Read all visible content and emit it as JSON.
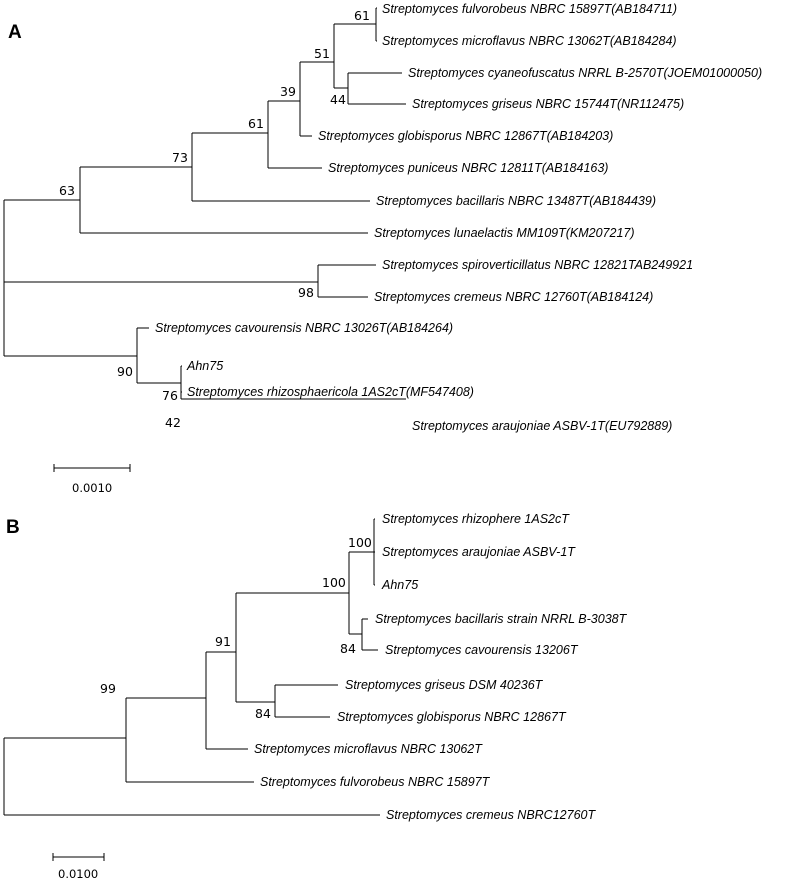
{
  "panels": {
    "A": {
      "label": "A",
      "scale_bar_label": "0.0010",
      "taxa": {
        "fulvorobeus": "Streptomyces fulvorobeus NBRC 15897T(AB184711)",
        "microflavus": "Streptomyces microflavus NBRC 13062T(AB184284)",
        "cyaneofuscatus": "Streptomyces cyaneofuscatus NRRL B-2570T(JOEM01000050)",
        "griseus": "Streptomyces griseus NBRC 15744T(NR112475)",
        "globisporus": "Streptomyces globisporus NBRC 12867T(AB184203)",
        "puniceus": "Streptomyces puniceus NBRC 12811T(AB184163)",
        "bacillaris": "Streptomyces bacillaris NBRC 13487T(AB184439)",
        "lunaelactis": "Streptomyces lunaelactis MM109T(KM207217)",
        "spiroverticillatus": "Streptomyces spiroverticillatus NBRC 12821TAB249921",
        "cremeus": "Streptomyces cremeus NBRC 12760T(AB184124)",
        "cavourensis": "Streptomyces cavourensis NBRC 13026T(AB184264)",
        "ahn75": "Ahn75",
        "rhizosphaericola": "Streptomyces rhizosphaericola 1AS2cT(MF547408)",
        "araujoniae": "Streptomyces araujoniae ASBV-1T(EU792889)"
      },
      "support": {
        "n61a": "61",
        "n51": "51",
        "n44": "44",
        "n39": "39",
        "n61b": "61",
        "n73": "73",
        "n63": "63",
        "n98": "98",
        "n90": "90",
        "n76": "76",
        "n42": "42"
      }
    },
    "B": {
      "label": "B",
      "scale_bar_label": "0.0100",
      "taxa": {
        "rhizophere": "Streptomyces rhizophere 1AS2cT",
        "araujoniae": "Streptomyces araujoniae ASBV-1T",
        "ahn75": "Ahn75",
        "bacillaris": "Streptomyces bacillaris strain NRRL B-3038T",
        "cavourensis": "Streptomyces cavourensis 13206T",
        "griseus": "Streptomyces griseus DSM 40236T",
        "globisporus": "Streptomyces globisporus NBRC 12867T",
        "microflavus": "Streptomyces microflavus NBRC 13062T",
        "fulvorobeus": "Streptomyces fulvorobeus NBRC 15897T",
        "cremeus": "Streptomyces cremeus NBRC12760T"
      },
      "support": {
        "n100a": "100",
        "n100b": "100",
        "n84a": "84",
        "n91": "91",
        "n84b": "84",
        "n99": "99"
      }
    }
  }
}
